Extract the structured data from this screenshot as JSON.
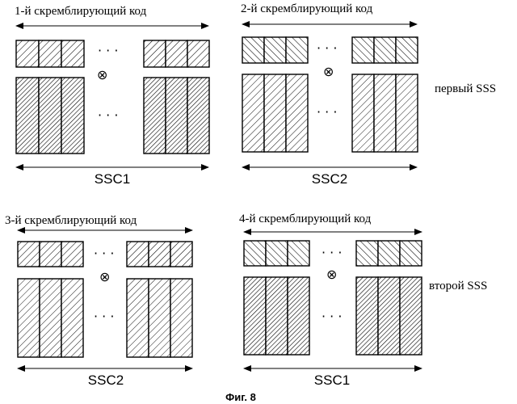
{
  "caption": "Фиг. 8",
  "multiply_symbol": "⊗",
  "ellipsis": "· · ·",
  "side_labels": {
    "first": "первый SSS",
    "second": "второй SSS"
  },
  "blocks": [
    {
      "scrambling_label": "1-й скремблирующий код",
      "ssc_label": "SSC1",
      "top_hatch": "forward",
      "bottom_hatch": "dark"
    },
    {
      "scrambling_label": "2-й скремблирующий код",
      "ssc_label": "SSC2",
      "top_hatch": "backward",
      "bottom_hatch": "light"
    },
    {
      "scrambling_label": "3-й скремблирующий код",
      "ssc_label": "SSC2",
      "top_hatch": "forward",
      "bottom_hatch": "light"
    },
    {
      "scrambling_label": "4-й скремблирующий код",
      "ssc_label": "SSC1",
      "top_hatch": "backward",
      "bottom_hatch": "dark"
    }
  ],
  "icons": {
    "arrow": "double-headed-arrow-icon",
    "multiply": "circled-times-icon"
  }
}
